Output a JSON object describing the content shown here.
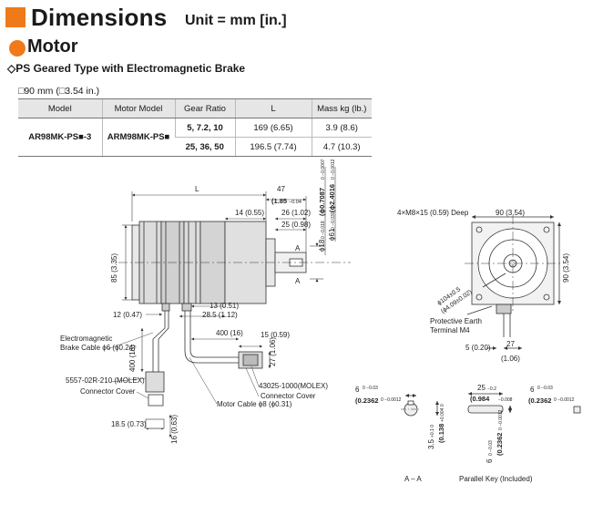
{
  "header": {
    "title": "Dimensions",
    "unit": "Unit = mm [in.]",
    "section": "Motor",
    "subsection": "◇PS Geared Type with Electromagnetic Brake",
    "frame_size": "□90 mm (□3.54 in.)"
  },
  "spec_table": {
    "columns": [
      "Model",
      "Motor Model",
      "Gear Ratio",
      "L",
      "Mass kg (lb.)"
    ],
    "model": "AR98MK-PS■-3",
    "motor_model": "ARM98MK-PS■",
    "rows": [
      {
        "ratio": "5, 7.2, 10",
        "l": "169 (6.65)",
        "mass": "3.9 (8.6)"
      },
      {
        "ratio": "25, 36, 50",
        "l": "196.5 (7.74)",
        "mass": "4.7 (10.3)"
      }
    ]
  },
  "drawing": {
    "dims": {
      "L": "L",
      "d47": "47",
      "d47_in": "(1.85",
      "d47_tol": "−0.04",
      "d14": "14 (0.55)",
      "d26": "26 (1.02)",
      "d25": "25 (0.98)",
      "d85": "85 (3.35)",
      "d12": "12 (0.47)",
      "d13": "13 (0.51)",
      "d28": "28.5 (1.12)",
      "d400": "400 (16)",
      "d400v": "400 (16)",
      "d15": "15 (0.59)",
      "d27v": "27 (1.06)",
      "d18": "18.5 (0.73)",
      "d16": "16 (0.63)",
      "shaft18": "ϕ18",
      "shaft18_tol": "0 −0.018",
      "shaft18_in": "(ϕ0.7087",
      "shaft18_in_tol": "0 −0.0007",
      "pilot61": "ϕ61",
      "pilot61_tol": "0 −0.030",
      "pilot61_in": "(ϕ2.4016",
      "pilot61_in_tol": "0 −0.0012",
      "m8": "4×M8×15 (0.59) Deep",
      "sq90": "90 (3.54)",
      "sq90v": "90 (3.54)",
      "pcd": "ϕ104±0.5",
      "pcd_in": "(ϕ4.09±0.02)",
      "d5": "5 (0.20)",
      "d27": "27",
      "d27_in": "(1.06)",
      "section_mark": "A"
    },
    "labels": {
      "em_brake": "Electromagnetic",
      "em_brake2": "Brake Cable ϕ6 (ϕ0.24)",
      "molex1": "5557-02R-210 (MOLEX)",
      "cover1": "Connector Cover",
      "molex2": "43025-1000(MOLEX)",
      "cover2": "Connector Cover",
      "motor_cable": "Motor Cable ϕ8 (ϕ0.31)",
      "earth": "Protective Earth",
      "earth2": "Terminal M4",
      "aa": "A – A",
      "parallel_key": "Parallel Key (Included)"
    },
    "key": {
      "w6": "6",
      "w6_tol": "0 −0.03",
      "w6_in": "(0.2362",
      "w6_in_tol": "0 −0.0012",
      "h35": "3.5",
      "h35_tol": "+0.1 0",
      "h35_in": "(0.138",
      "h35_in_tol": "+0.004 0",
      "len25": "25",
      "len25_tol": "−0.2",
      "len25_in": "(0.984",
      "len25_in_tol": "−0.008",
      "kw6": "6",
      "kw6_tol": "0 −0.03",
      "kw6_in": "(0.2362",
      "kw6_in_tol": "0 −0.0012",
      "kh6": "6",
      "kh6_tol": "0 −0.03",
      "kh6_in": "(0.2362",
      "kh6_in_tol": "0 −0.0012"
    }
  }
}
